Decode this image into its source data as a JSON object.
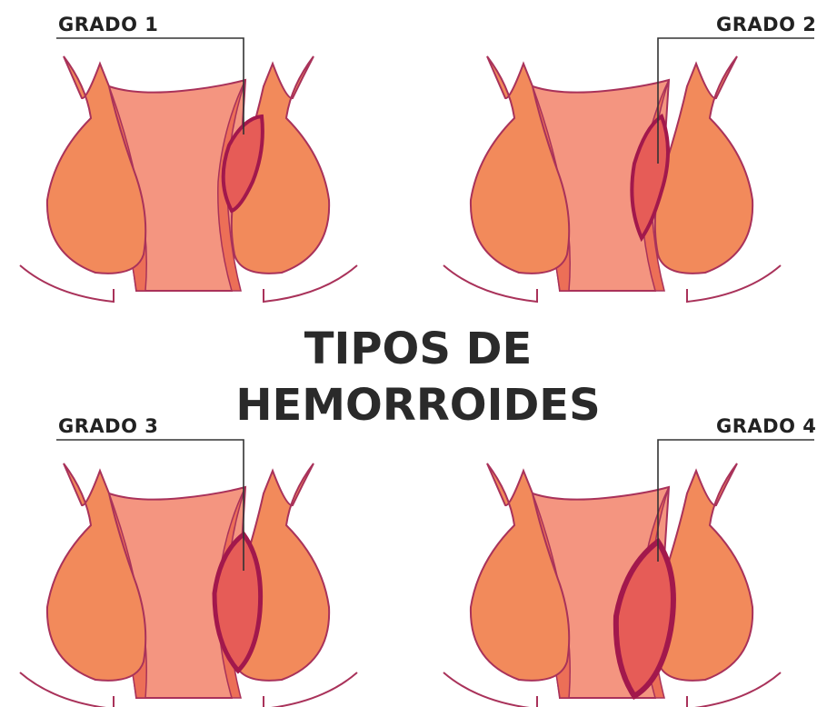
{
  "title": {
    "line1": "TIPOS DE",
    "line2": "HEMORROIDES"
  },
  "panels": [
    {
      "label": "GRADO 1",
      "grade": 1
    },
    {
      "label": "GRADO 2",
      "grade": 2
    },
    {
      "label": "GRADO 3",
      "grade": 3
    },
    {
      "label": "GRADO 4",
      "grade": 4
    }
  ],
  "colors": {
    "background": "#ffffff",
    "glute": "#f28a5b",
    "canal": "#f49580",
    "canal_side": "#ec6f57",
    "outline": "#a9325a",
    "hemorrhoid_fill": "#e65c57",
    "hemorrhoid_stroke": "#a2184c",
    "text": "#2a2a2a"
  }
}
